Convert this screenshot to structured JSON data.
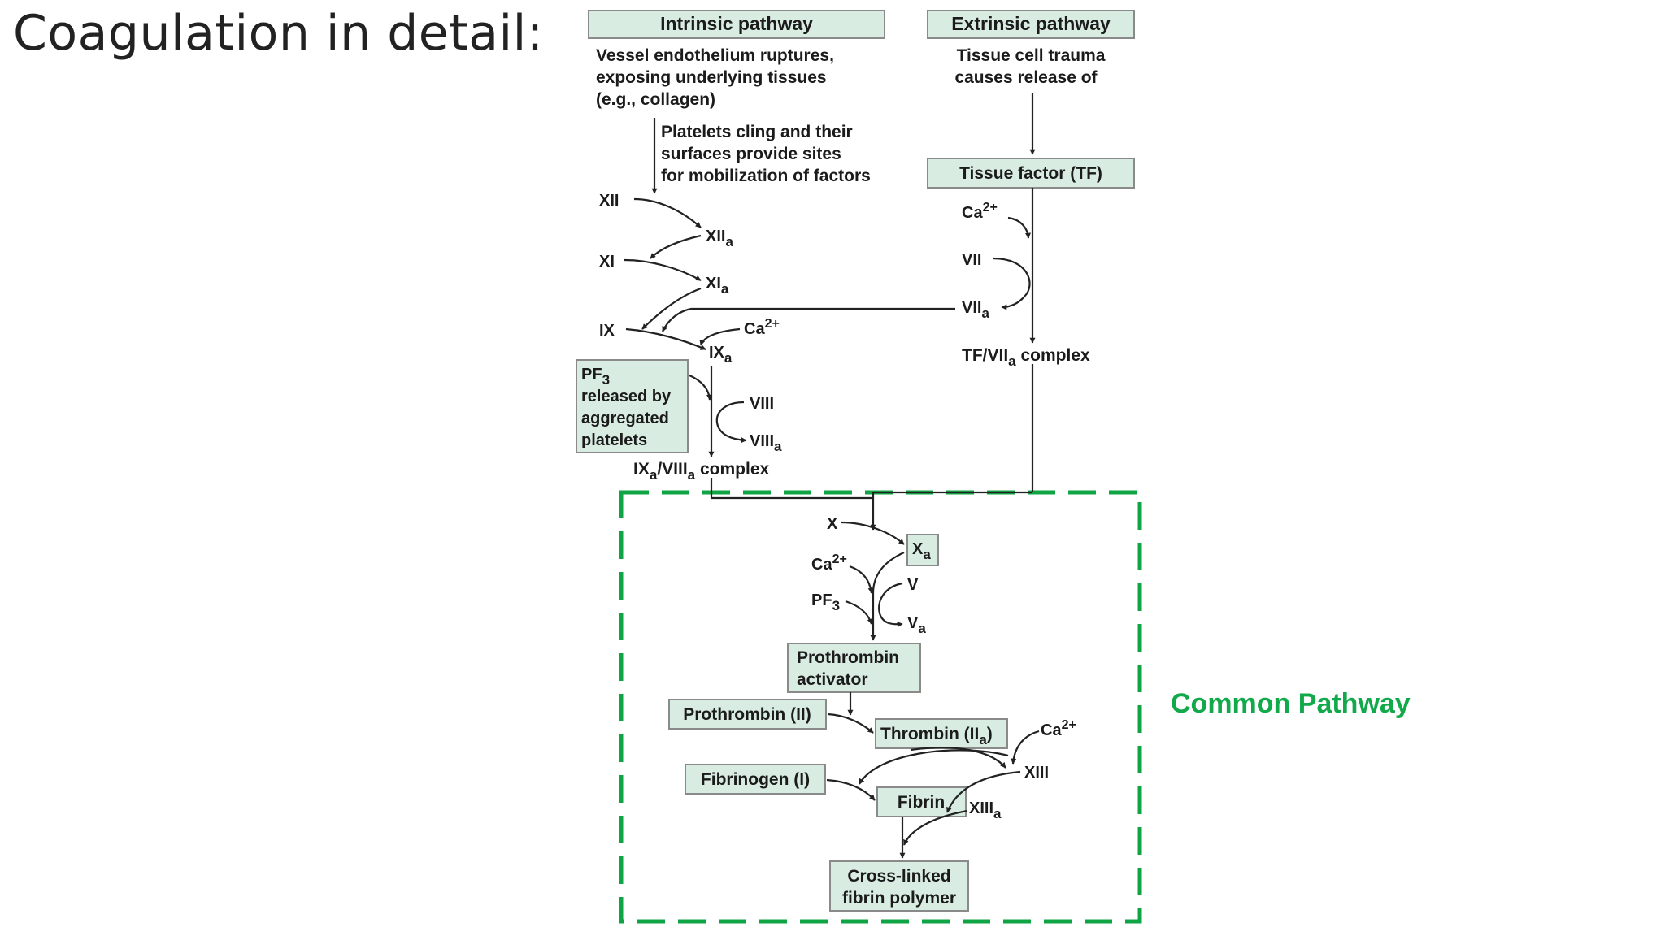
{
  "title": "Coagulation in detail:",
  "side_label": "Common Pathway",
  "colors": {
    "box_fill": "#d9ece2",
    "highlight": "#10a544",
    "text": "#1b1b1b"
  },
  "intrinsic": {
    "header": "Intrinsic pathway",
    "desc": [
      "Vessel endothelium ruptures,",
      "exposing underlying tissues",
      "(e.g., collagen)"
    ],
    "note": [
      "Platelets cling and their",
      "surfaces provide sites",
      "for mobilization of factors"
    ],
    "factors": {
      "xii": "XII",
      "xiia_base": "XII",
      "xiia_sub": "a",
      "xi": "XI",
      "xia_base": "XI",
      "xia_sub": "a",
      "ix": "IX",
      "ca_base": "Ca",
      "ca_sup": "2+",
      "ixa_base": "IX",
      "ixa_sub": "a",
      "viii": "VIII",
      "viiia_base": "VIII",
      "viiia_sub": "a"
    },
    "pf3_box": {
      "line1_base": "PF",
      "line1_sub": "3",
      "lines": [
        "released by",
        "aggregated",
        "platelets"
      ]
    },
    "complex": {
      "p1": "IX",
      "s1": "a",
      "p2": "/VIII",
      "s2": "a",
      "p3": " complex"
    }
  },
  "extrinsic": {
    "header": "Extrinsic pathway",
    "desc": [
      "Tissue cell trauma",
      "causes release of"
    ],
    "tf_box": "Tissue factor (TF)",
    "ca_base": "Ca",
    "ca_sup": "2+",
    "vii": "VII",
    "viia_base": "VII",
    "viia_sub": "a",
    "complex": {
      "p1": "TF/VII",
      "s1": "a",
      "p2": " complex"
    }
  },
  "common": {
    "x": "X",
    "xa_base": "X",
    "xa_sub": "a",
    "ca_base": "Ca",
    "ca_sup": "2+",
    "pf3_base": "PF",
    "pf3_sub": "3",
    "v": "V",
    "va_base": "V",
    "va_sub": "a",
    "prothrombin_activator": [
      "Prothrombin",
      "activator"
    ],
    "prothrombin": "Prothrombin (II)",
    "thrombin": {
      "p1": "Thrombin (II",
      "s1": "a",
      "p2": ")"
    },
    "ca2_base": "Ca",
    "ca2_sup": "2+",
    "xiii": "XIII",
    "fibrinogen": "Fibrinogen (I)",
    "fibrin": "Fibrin",
    "xiiia_base": "XIII",
    "xiiia_sub": "a",
    "polymer": [
      "Cross-linked",
      "fibrin polymer"
    ]
  }
}
